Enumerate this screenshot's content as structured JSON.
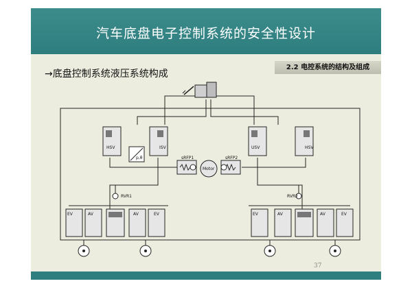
{
  "slide": {
    "title": "汽车底盘电子控制系统的安全性设计",
    "subtitle": "→底盘控制系统液压系统构成",
    "section_tag": "2.2 电控系统的结构及组成",
    "page_number": "37"
  },
  "diagram": {
    "labels": {
      "hsv_left": "HSV",
      "isv_left": "ISV",
      "sensor": "p,θ",
      "srfp1": "sRFP1",
      "srfp2": "sRFP2",
      "motor": "Motor",
      "usv_right": "USV",
      "hsv_right": "HSV",
      "rvr1": "RVR1",
      "rvr2": "RVR2",
      "ev": "EV",
      "av": "AV"
    }
  }
}
